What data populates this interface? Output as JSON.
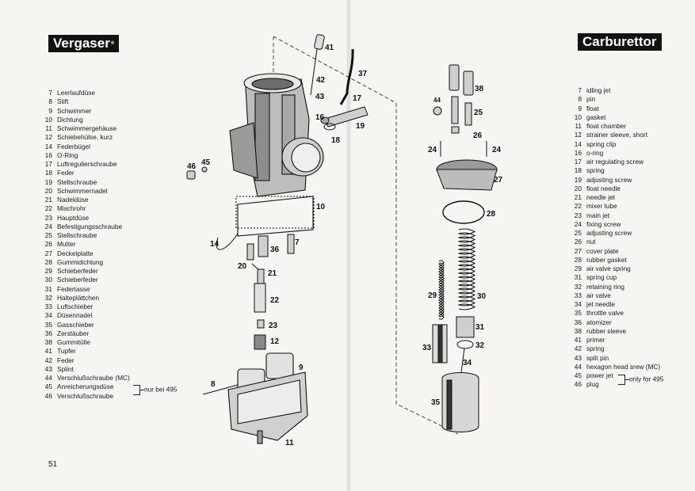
{
  "left": {
    "title": "Vergaser",
    "parts": [
      {
        "num": "7",
        "label": "Leerlaufdüse"
      },
      {
        "num": "8",
        "label": "Stift"
      },
      {
        "num": "9",
        "label": "Schwimmer"
      },
      {
        "num": "10",
        "label": "Dichtung"
      },
      {
        "num": "11",
        "label": "Schwimmergehäuse"
      },
      {
        "num": "12",
        "label": "Schiebehülse, kurz"
      },
      {
        "num": "14",
        "label": "Federbügel"
      },
      {
        "num": "16",
        "label": "O-Ring"
      },
      {
        "num": "17",
        "label": "Luftregulierschraube"
      },
      {
        "num": "18",
        "label": "Feder"
      },
      {
        "num": "19",
        "label": "Stellschraube"
      },
      {
        "num": "20",
        "label": "Schwimmernadel"
      },
      {
        "num": "21",
        "label": "Nadeldüse"
      },
      {
        "num": "22",
        "label": "Mischrohr"
      },
      {
        "num": "23",
        "label": "Hauptdüse"
      },
      {
        "num": "24",
        "label": "Befestigungsschraube"
      },
      {
        "num": "25",
        "label": "Stellschraube"
      },
      {
        "num": "26",
        "label": "Mutter"
      },
      {
        "num": "27",
        "label": "Deckelplatte"
      },
      {
        "num": "28",
        "label": "Gummidichtung"
      },
      {
        "num": "29",
        "label": "Schieberfeder"
      },
      {
        "num": "30",
        "label": "Schieberfeder"
      },
      {
        "num": "31",
        "label": "Federtasse"
      },
      {
        "num": "32",
        "label": "Halteplättchen"
      },
      {
        "num": "33",
        "label": "Luftschieber"
      },
      {
        "num": "34",
        "label": "Düsennadel"
      },
      {
        "num": "35",
        "label": "Gasschieber"
      },
      {
        "num": "36",
        "label": "Zerstäuber"
      },
      {
        "num": "38",
        "label": "Gummitülle"
      },
      {
        "num": "41",
        "label": "Tupfer"
      },
      {
        "num": "42",
        "label": "Feder"
      },
      {
        "num": "43",
        "label": "Splint"
      },
      {
        "num": "44",
        "label": "Verschlußschraube (MC)"
      },
      {
        "num": "45",
        "label": "Anreicherungsdüse"
      },
      {
        "num": "46",
        "label": "Verschlußschraube"
      }
    ],
    "note": "nur bei 495"
  },
  "right": {
    "title": "Carburettor",
    "parts": [
      {
        "num": "7",
        "label": "idling jet"
      },
      {
        "num": "8",
        "label": "pin"
      },
      {
        "num": "9",
        "label": "float"
      },
      {
        "num": "10",
        "label": "gasket"
      },
      {
        "num": "11",
        "label": "float chamber"
      },
      {
        "num": "12",
        "label": "strainer sleeve, short"
      },
      {
        "num": "14",
        "label": "spring clip"
      },
      {
        "num": "16",
        "label": "o-ring"
      },
      {
        "num": "17",
        "label": "air regulating screw"
      },
      {
        "num": "18",
        "label": "spring"
      },
      {
        "num": "19",
        "label": "adjusting screw"
      },
      {
        "num": "20",
        "label": "float needle"
      },
      {
        "num": "21",
        "label": "needle jet"
      },
      {
        "num": "22",
        "label": "mixer tube"
      },
      {
        "num": "23",
        "label": "main jet"
      },
      {
        "num": "24",
        "label": "fixing screw"
      },
      {
        "num": "25",
        "label": "adjusting screw"
      },
      {
        "num": "26",
        "label": "nut"
      },
      {
        "num": "27",
        "label": "cover plate"
      },
      {
        "num": "28",
        "label": "rubber gasket"
      },
      {
        "num": "29",
        "label": "air valve spring"
      },
      {
        "num": "31",
        "label": "spring cup"
      },
      {
        "num": "32",
        "label": "retaining ring"
      },
      {
        "num": "33",
        "label": "air valve"
      },
      {
        "num": "34",
        "label": "jet needle"
      },
      {
        "num": "35",
        "label": "throttle valve"
      },
      {
        "num": "36",
        "label": "atomizer"
      },
      {
        "num": "38",
        "label": "rubber sleeve"
      },
      {
        "num": "41",
        "label": "primer"
      },
      {
        "num": "42",
        "label": "spring"
      },
      {
        "num": "43",
        "label": "split pin"
      },
      {
        "num": "44",
        "label": "hexagon head srew (MC)"
      },
      {
        "num": "45",
        "label": "power jet"
      },
      {
        "num": "46",
        "label": "plug"
      }
    ],
    "note": "only for 495"
  },
  "page_number": "51",
  "diagram_callouts": {
    "c41": "41",
    "c37": "37",
    "c42": "42",
    "c43": "43",
    "c17": "17",
    "c16": "16",
    "c19": "19",
    "c18": "18",
    "c46": "46",
    "c45": "45",
    "c10": "10",
    "c14": "14",
    "c36": "36",
    "c7": "7",
    "c20": "20",
    "c21": "21",
    "c22": "22",
    "c23": "23",
    "c12": "12",
    "c9": "9",
    "c8": "8",
    "c11": "11",
    "r44": "44",
    "r38": "38",
    "r25": "25",
    "r26": "26",
    "r24a": "24",
    "r24b": "24",
    "r27": "27",
    "r28": "28",
    "r29": "29",
    "r30": "30",
    "r31": "31",
    "r32": "32",
    "r33": "33",
    "r34": "34",
    "r35": "35"
  }
}
